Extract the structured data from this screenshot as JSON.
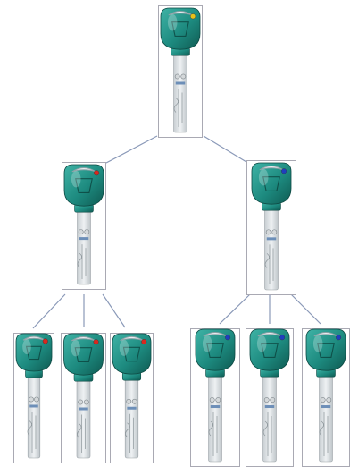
{
  "diagram": {
    "root": {
      "id": "master-key",
      "marker_color": "#e8c21a",
      "children": [
        {
          "id": "group-key-left",
          "marker_color": "#d8281f",
          "children": [
            {
              "id": "user-key-l1",
              "marker_color": "#d8281f"
            },
            {
              "id": "user-key-l2",
              "marker_color": "#d8281f"
            },
            {
              "id": "user-key-l3",
              "marker_color": "#d8281f"
            }
          ]
        },
        {
          "id": "group-key-right",
          "marker_color": "#1f3fbf",
          "children": [
            {
              "id": "user-key-r1",
              "marker_color": "#1f3fbf"
            },
            {
              "id": "user-key-r2",
              "marker_color": "#1f3fbf"
            },
            {
              "id": "user-key-r3",
              "marker_color": "#1f3fbf"
            }
          ]
        }
      ]
    },
    "colors": {
      "key_head": "#1d8a7f",
      "key_head_dark": "#0f5a52",
      "blade": "#d9dde0",
      "connector": "#8a99b8",
      "frame": "#a9a9b3"
    },
    "icon": "key-icon"
  }
}
